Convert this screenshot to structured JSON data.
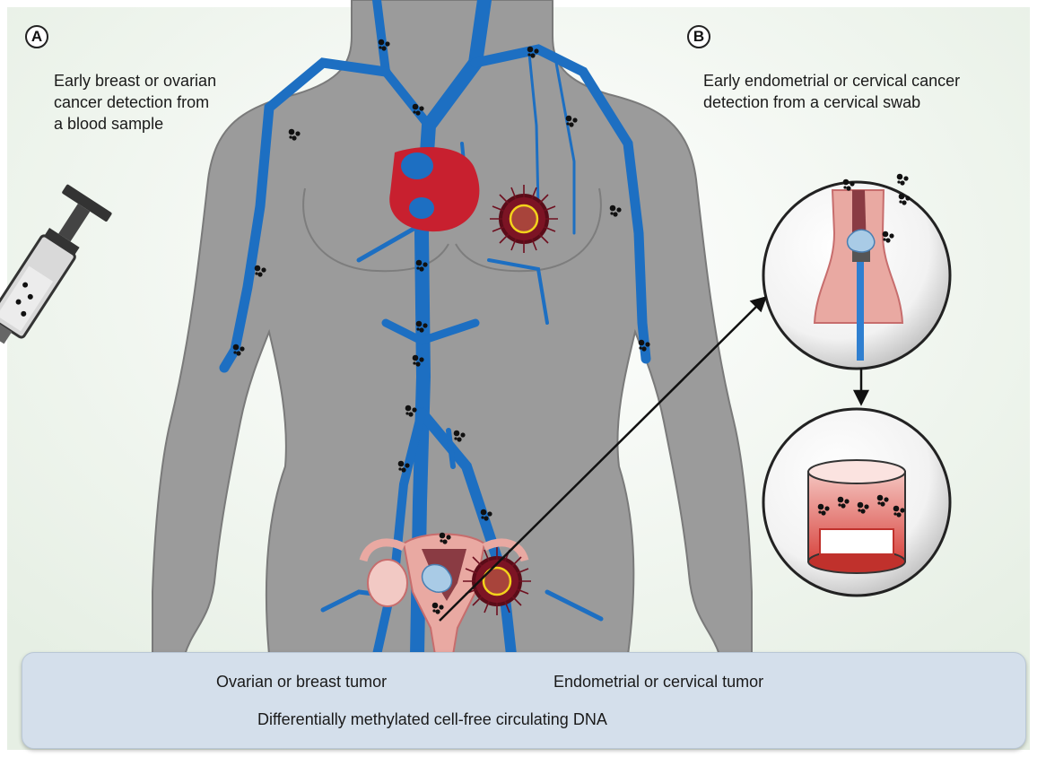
{
  "panels": {
    "a": {
      "label": "A",
      "caption": "Early breast or ovarian\ncancer detection from\na blood sample"
    },
    "b": {
      "label": "B",
      "caption": "Early endometrial or cervical cancer\ndetection from a cervical swab"
    }
  },
  "legend": {
    "ovarian_breast_tumor": "Ovarian or breast tumor",
    "endometrial_cervical_tumor": "Endometrial or cervical tumor",
    "cfdna": "Differentially methylated cell-free circulating DNA"
  },
  "colors": {
    "body": "#9b9b9b",
    "vessel": "#1d6fc2",
    "heart": "#c8202f",
    "tumor": "#7a1020",
    "tumor_ring": "#f2d21b",
    "endometrial_tumor": "#a9cbe6",
    "uterus": "#e9a9a2",
    "legend_bg": "#d4dfeb"
  },
  "icons": [
    "syringe-icon",
    "heart-icon",
    "ovarian-breast-tumor-icon",
    "endometrial-cervical-tumor-icon",
    "cfdna-icon",
    "cervical-swab-icon",
    "sample-container-icon",
    "arrow-icon"
  ]
}
